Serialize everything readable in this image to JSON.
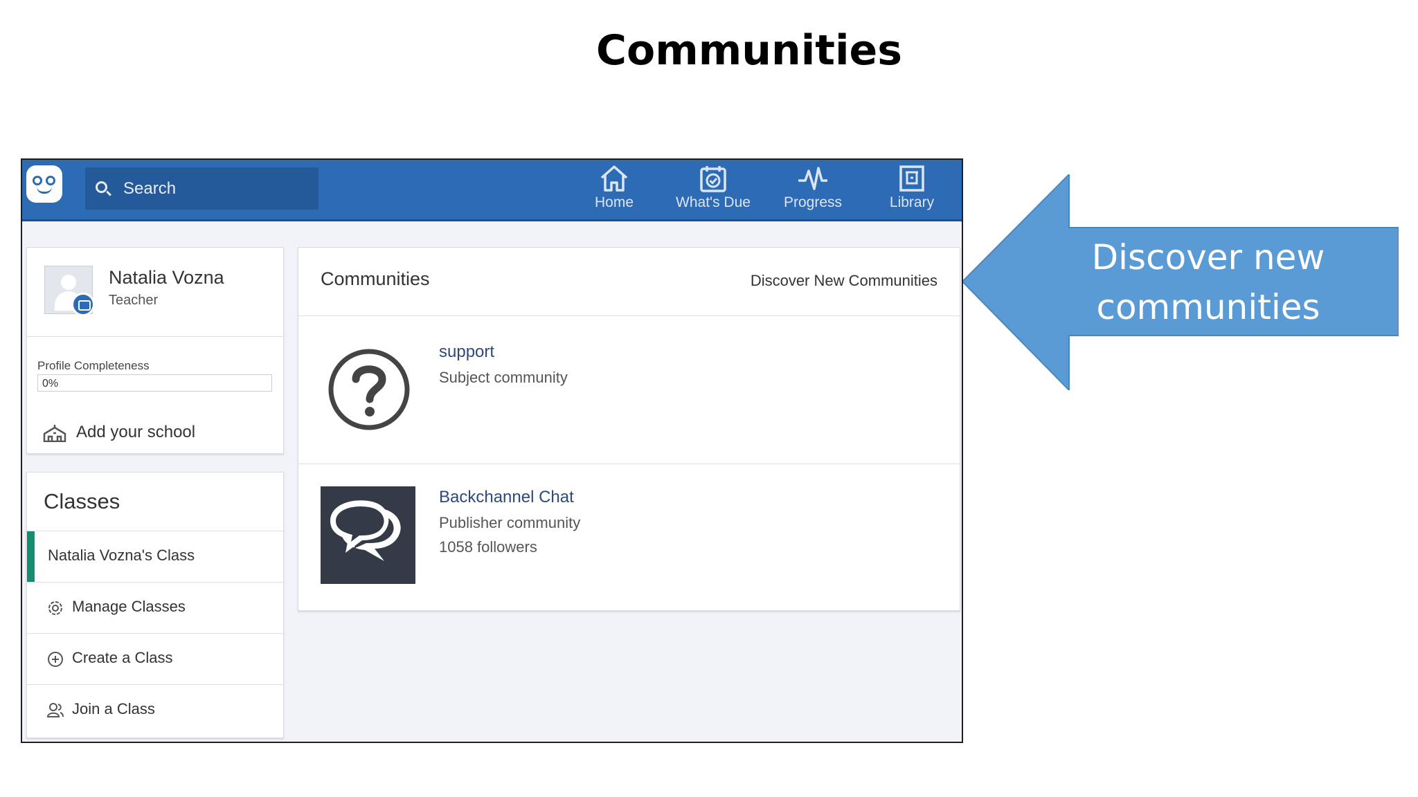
{
  "slide": {
    "title": "Communities",
    "callout_text": "Discover new communities",
    "callout_color": "#5b9bd5"
  },
  "app": {
    "brand_color": "#2d6bb4",
    "search": {
      "placeholder": "Search"
    },
    "nav": [
      {
        "label": "Home",
        "icon": "home-icon"
      },
      {
        "label": "What's Due",
        "icon": "calendar-check-icon"
      },
      {
        "label": "Progress",
        "icon": "pulse-icon"
      },
      {
        "label": "Library",
        "icon": "library-icon"
      }
    ],
    "profile": {
      "name": "Natalia Vozna",
      "role": "Teacher",
      "completeness_label": "Profile Completeness",
      "completeness_value": "0%",
      "completeness_fraction": 0,
      "add_school": "Add your school"
    },
    "classes": {
      "title": "Classes",
      "items": [
        {
          "label": "Natalia Vozna's Class",
          "active": true
        },
        {
          "label": "Manage Classes",
          "icon": "gear-icon"
        },
        {
          "label": "Create a Class",
          "icon": "plus-circle-icon"
        },
        {
          "label": "Join a Class",
          "icon": "users-icon"
        }
      ]
    },
    "communities": {
      "title": "Communities",
      "discover_link": "Discover New Communities",
      "items": [
        {
          "name": "support",
          "type": "Subject community",
          "icon": "question-icon"
        },
        {
          "name": "Backchannel Chat",
          "type": "Publisher community",
          "followers": "1058 followers",
          "icon": "chat-bubbles-icon"
        }
      ]
    }
  }
}
